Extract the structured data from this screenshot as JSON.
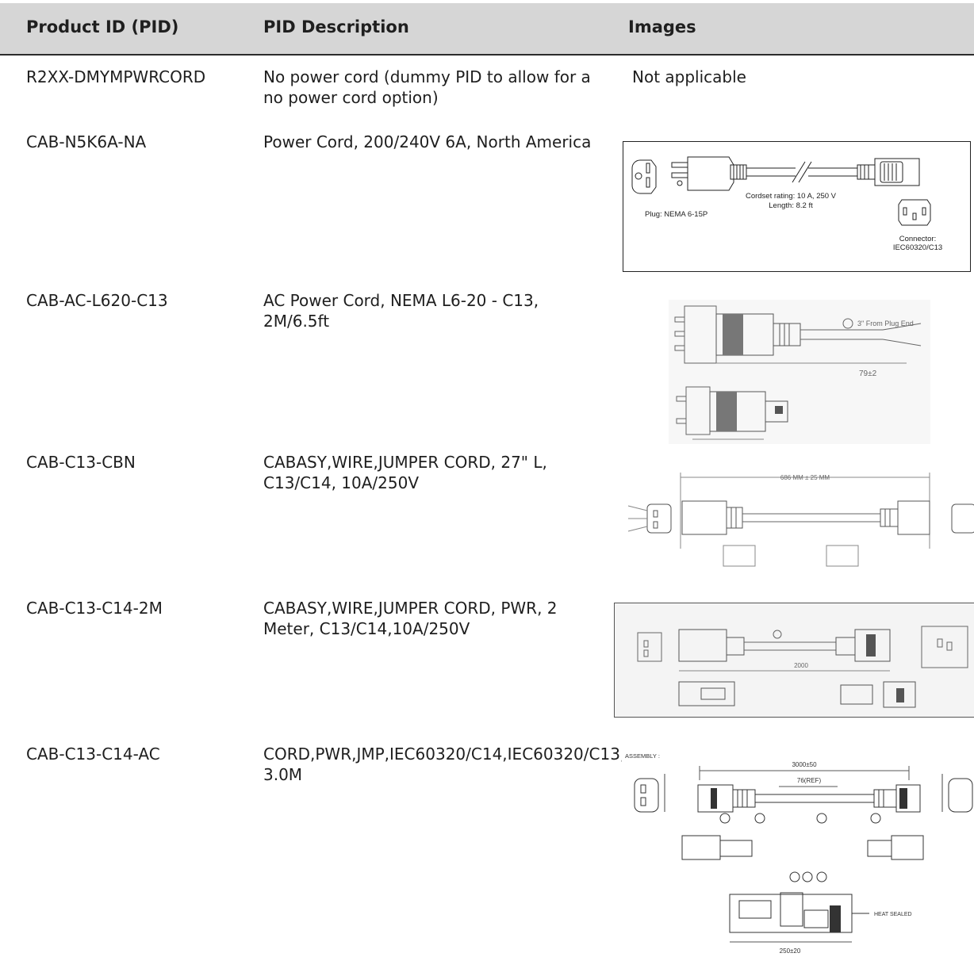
{
  "table": {
    "headers": {
      "pid": "Product ID (PID)",
      "description": "PID Description",
      "images": "Images"
    },
    "rows": [
      {
        "pid": "R2XX-DMYMPWRCORD",
        "description": "No power cord (dummy PID to allow for a no power cord option)",
        "image_text": "Not applicable"
      },
      {
        "pid": "CAB-N5K6A-NA",
        "description": "Power Cord, 200/240V 6A, North America",
        "image_labels": {
          "plug": "Plug: NEMA 6-15P",
          "rating": "Cordset rating: 10 A, 250 V",
          "length": "Length: 8.2 ft",
          "connector": "Connector:",
          "connector_type": "IEC60320/C13"
        }
      },
      {
        "pid": "CAB-AC-L620-C13",
        "description": "AC Power Cord, NEMA L6-20 - C13, 2M/6.5ft",
        "image_labels": {
          "note": "3\" From Plug End",
          "length": "79±2"
        }
      },
      {
        "pid": "CAB-C13-CBN",
        "description": "CABASY,WIRE,JUMPER CORD, 27\" L, C13/C14, 10A/250V",
        "image_labels": {
          "length": "686 MM ± 25 MM"
        }
      },
      {
        "pid": "CAB-C13-C14-2M",
        "description": "CABASY,WIRE,JUMPER CORD, PWR, 2 Meter, C13/C14,10A/250V",
        "image_labels": {
          "length": "2000"
        }
      },
      {
        "pid": "CAB-C13-C14-AC",
        "description": "CORD,PWR,JMP,IEC60320/C14,IEC60320/C13, 3.0M",
        "image_labels": {
          "title": "ASSEMBLY :",
          "length": "3000±50",
          "ref": "76(REF)",
          "sleeve": "250±20",
          "heat": "HEAT SEALED"
        }
      }
    ]
  }
}
